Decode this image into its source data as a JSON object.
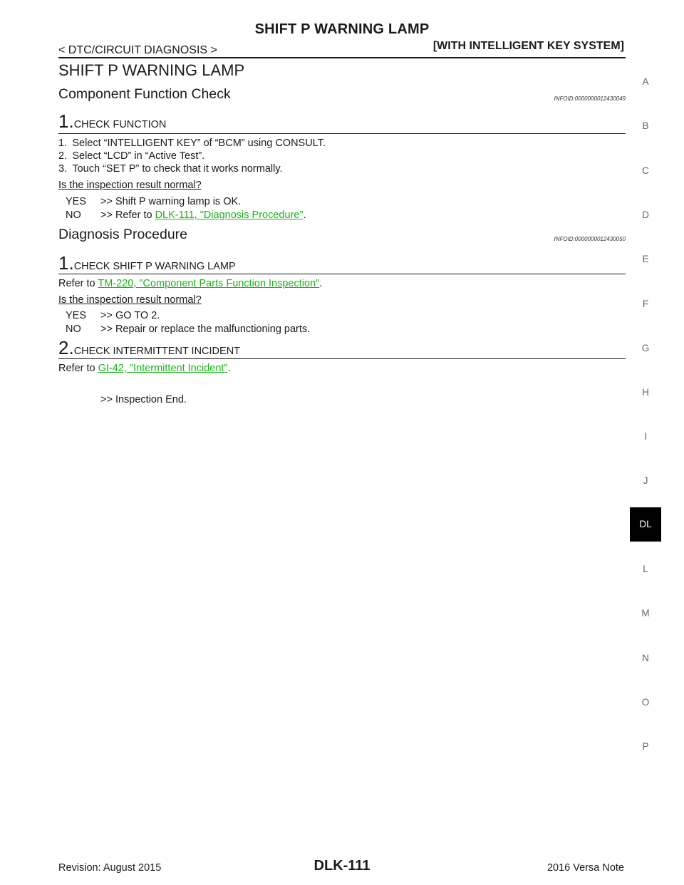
{
  "header": {
    "title": "SHIFT P WARNING LAMP",
    "left": "< DTC/CIRCUIT DIAGNOSIS >",
    "right": "[WITH INTELLIGENT KEY SYSTEM]"
  },
  "page_heading": "SHIFT P WARNING LAMP",
  "section1": {
    "title": "Component Function Check",
    "infoid": "INFOID:0000000012430049",
    "step1": {
      "num": "1.",
      "title": "CHECK FUNCTION"
    },
    "items": [
      "1. Select “INTELLIGENT KEY” of “BCM” using CONSULT.",
      "2. Select “LCD” in “Active Test”.",
      "3. Touch “SET P” to check that it works normally."
    ],
    "question": "Is the inspection result normal?",
    "yes_key": "YES",
    "yes_text": ">> Shift P warning lamp is OK.",
    "no_key": "NO",
    "no_prefix": ">> Refer to ",
    "no_link": "DLK-111, \"Diagnosis Procedure\"",
    "no_suffix": "."
  },
  "section2": {
    "title": "Diagnosis Procedure",
    "infoid": "INFOID:0000000012430050",
    "step1": {
      "num": "1.",
      "title": "CHECK SHIFT P WARNING LAMP"
    },
    "refer1_prefix": "Refer to ",
    "refer1_link": "TM-220, \"Component Parts Function Inspection\"",
    "refer1_suffix": ".",
    "question": "Is the inspection result normal?",
    "yes_key": "YES",
    "yes_text": ">> GO TO 2.",
    "no_key": "NO",
    "no_text": ">> Repair or replace the malfunctioning parts.",
    "step2": {
      "num": "2.",
      "title": "CHECK INTERMITTENT INCIDENT"
    },
    "refer2_prefix": "Refer to ",
    "refer2_link": "GI-42, \"Intermittent Incident\"",
    "refer2_suffix": ".",
    "end": ">> Inspection End."
  },
  "side_index": [
    "A",
    "B",
    "C",
    "D",
    "E",
    "F",
    "G",
    "H",
    "I",
    "J",
    "DL",
    "L",
    "M",
    "N",
    "O",
    "P"
  ],
  "footer": {
    "left": "Revision: August 2015",
    "center": "DLK-111",
    "right": "2016 Versa Note"
  },
  "colors": {
    "link": "#19b319",
    "tab_bg": "#000000"
  }
}
